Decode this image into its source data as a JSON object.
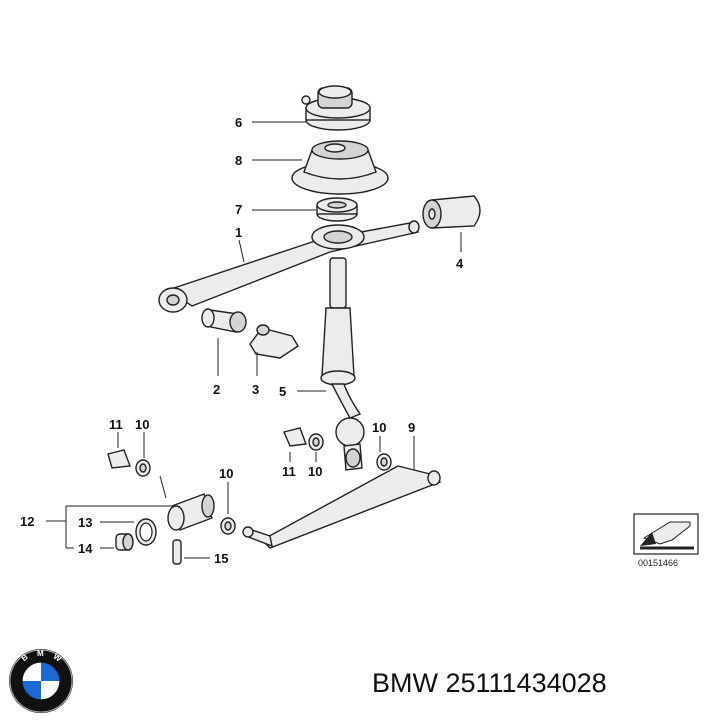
{
  "parts": {
    "p1": "1",
    "p2": "2",
    "p3": "3",
    "p4": "4",
    "p5": "5",
    "p6": "6",
    "p7": "7",
    "p8": "8",
    "p9": "9",
    "p10a": "10",
    "p10b": "10",
    "p10c": "10",
    "p10d": "10",
    "p11a": "11",
    "p11b": "11",
    "p12": "12",
    "p13": "13",
    "p14": "14",
    "p15": "15"
  },
  "diagram_ref": "00151466",
  "caption": "BMW 25111434028",
  "logo": {
    "text": "BMW",
    "colors": {
      "blue": "#1c69d4",
      "white": "#ffffff",
      "ring": "#111111"
    }
  }
}
